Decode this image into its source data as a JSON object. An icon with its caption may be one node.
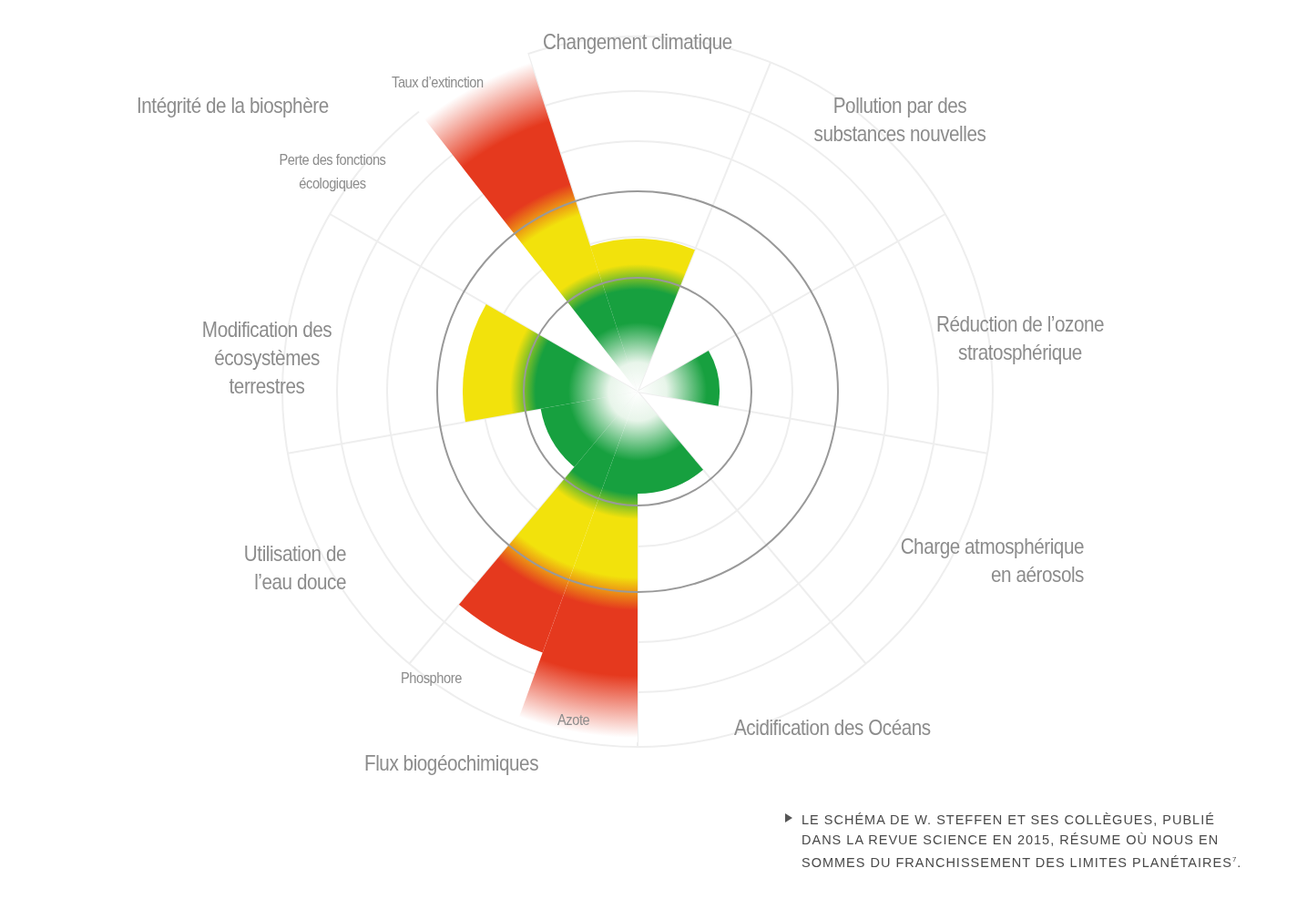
{
  "diagram": {
    "caption": "LE SCHÉMA DE W. STEFFEN ET SES COLLÈGUES, PUBLIÉ DANS LA REVUE SCIENCE EN 2015, RÉSUME OÙ NOUS EN SOMMES DU FRANCHISSEMENT DES LIMITES PLANÉTAIRES$^{7}$.",
    "labels": [
      "Changement climatique",
      "Taux d’extinction",
      "Intégrité de la biosphère",
      "Pollution par des substances nouvelles",
      "Perte des fonctions écologiques",
      "Réduction de l’ozone stratosphérique",
      "Modification des écosystèmes terrestres",
      "Utilisation de l’eau douce",
      "Charge atmosphérique en aérosols",
      "Phosphore",
      "Azote",
      "Acidification des Océans",
      "Flux biogéochimiques"
    ]
  }
}
